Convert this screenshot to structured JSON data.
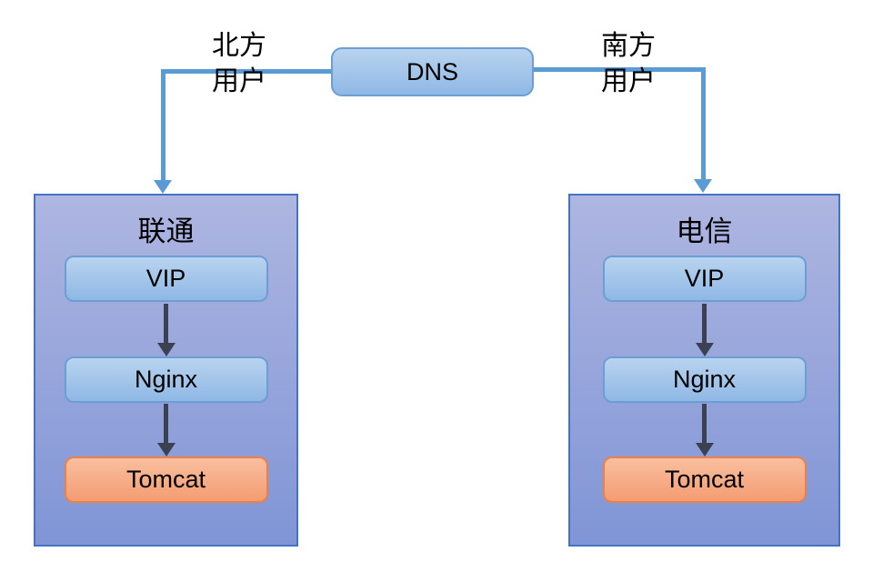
{
  "diagram": {
    "dns": {
      "label": "DNS"
    },
    "edge_labels": {
      "north": [
        "北方",
        "用户"
      ],
      "south": [
        "南方",
        "用户"
      ]
    },
    "clusters": [
      {
        "title": "联通",
        "nodes": [
          {
            "label": "VIP"
          },
          {
            "label": "Nginx"
          },
          {
            "label": "Tomcat"
          }
        ]
      },
      {
        "title": "电信",
        "nodes": [
          {
            "label": "VIP"
          },
          {
            "label": "Nginx"
          },
          {
            "label": "Tomcat"
          }
        ]
      }
    ]
  },
  "colors": {
    "connector_blue": "#5B9BD5",
    "arrow_dark": "#3A4251",
    "container_border": "#4472C4",
    "container_top": "#AEB6E1",
    "container_bottom": "#8095D6",
    "node_blue_border": "#6B9FD4",
    "node_blue_top": "#B9D3EF",
    "node_blue_bottom": "#8FB8E5",
    "node_orange_border": "#ED8048",
    "node_orange_top": "#F9BF9F",
    "node_orange_bottom": "#F49C72"
  }
}
